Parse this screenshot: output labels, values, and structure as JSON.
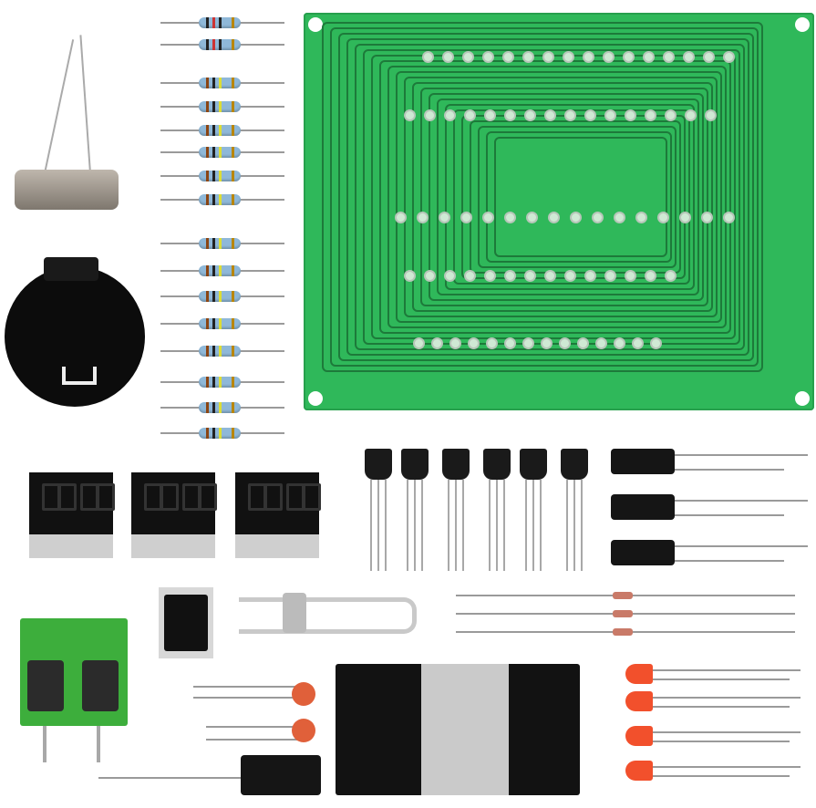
{
  "scene": {
    "subject": "electronics-kit-components",
    "colors": {
      "pcb": "#2fb85a",
      "pcb_trace": "#1d7a3a",
      "resistor_body": "#8fb8d8",
      "terminal_block": "#3dae3c",
      "led": "#f2502c",
      "ceramic_capacitor": "#e0603a",
      "battery_holder": "#0c0c0c",
      "background": "#ffffff"
    },
    "resistor_count": 16,
    "seven_segment_display_count": 3,
    "transistor_count": 6,
    "electrolytic_capacitor_count": 4,
    "diode_count": 3,
    "led_count": 4,
    "ceramic_capacitor_count": 2
  }
}
